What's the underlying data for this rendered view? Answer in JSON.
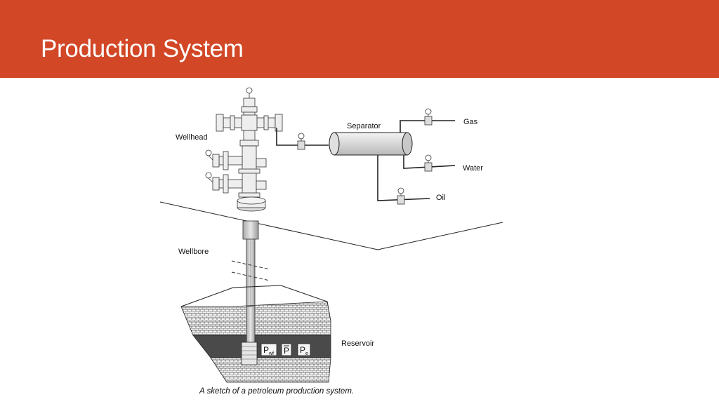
{
  "slide": {
    "title": "Production System"
  },
  "diagram": {
    "labels": {
      "wellhead": "Wellhead",
      "separator": "Separator",
      "gas": "Gas",
      "water": "Water",
      "oil": "Oil",
      "wellbore": "Wellbore",
      "reservoir": "Reservoir"
    },
    "pressures": {
      "pwf_main": "P",
      "pwf_sub": "wf",
      "pbar": "P",
      "pe_main": "P",
      "pe_sub": "e"
    },
    "caption": "A sketch of a petroleum production system.",
    "colors": {
      "title_bar": "#d24726",
      "title_text": "#ffffff",
      "line": "#222222"
    }
  }
}
